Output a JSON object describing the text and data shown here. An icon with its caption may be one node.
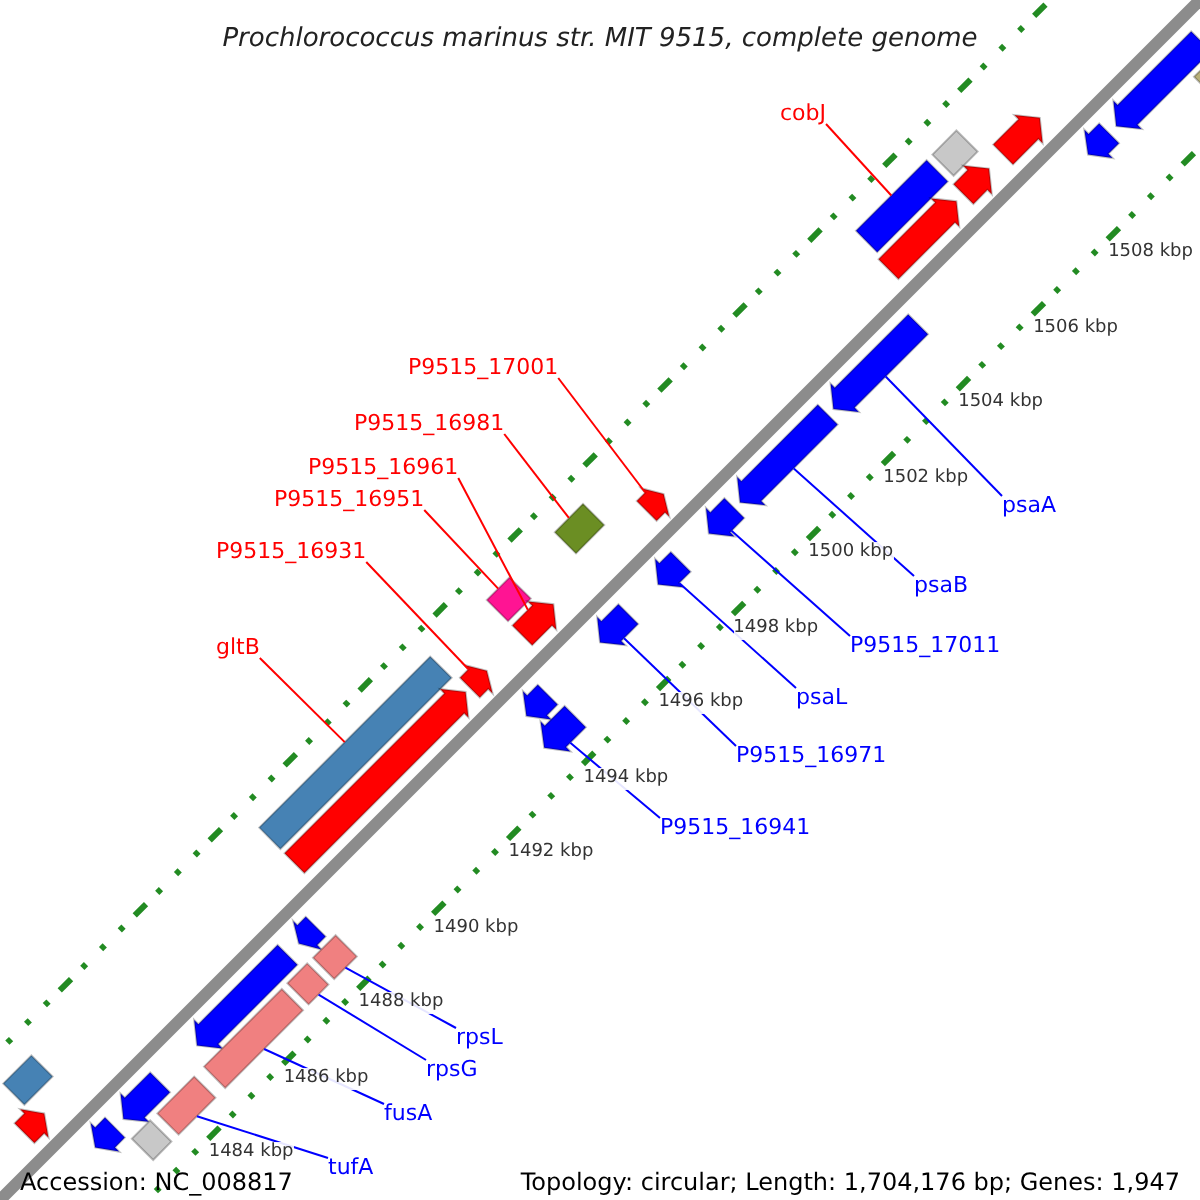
{
  "diagram": {
    "title": "Prochlorococcus marinus str. MIT 9515, complete genome",
    "nodes": [
      {
        "text": [
          "cobJ"
        ]
      },
      {
        "text": [
          "P9515_17001"
        ]
      },
      {
        "text": [
          "P9515_16981"
        ]
      },
      {
        "text": [
          "P9515_16961"
        ]
      },
      {
        "text": [
          "P9515_16951"
        ]
      },
      {
        "text": [
          "psaA"
        ]
      },
      {
        "text": [
          "P9515_16931"
        ]
      },
      {
        "text": [
          "psaB"
        ]
      },
      {
        "text": [
          "P9515_17011"
        ]
      },
      {
        "text": [
          "gltB"
        ]
      },
      {
        "text": [
          "psaL"
        ]
      },
      {
        "text": [
          "P9515_16971"
        ]
      },
      {
        "text": [
          "P9515_16941"
        ]
      },
      {
        "text": [
          "rpsL"
        ]
      },
      {
        "text": [
          "rpsG"
        ]
      },
      {
        "text": [
          "fusA"
        ]
      },
      {
        "text": [
          "tufA"
        ]
      },
      {
        "text": [],
        "shape": "bar"
      },
      {
        "text": [],
        "shape": "bar"
      },
      {
        "text": [],
        "shape": "bar"
      },
      {
        "text": [],
        "shape": "bar"
      },
      {
        "text": [],
        "shape": "bar"
      },
      {
        "text": [],
        "shape": "bar"
      },
      {
        "text": [],
        "shape": "bar"
      },
      {
        "text": [],
        "shape": "bar"
      },
      {
        "text": [],
        "shape": "bar"
      },
      {
        "text": [],
        "shape": "bar"
      },
      {
        "text": [],
        "shape": "bar"
      },
      {
        "text": [],
        "shape": "bar"
      },
      {
        "text": [],
        "shape": "bar"
      },
      {
        "text": [],
        "shape": "bar"
      },
      {
        "text": [],
        "shape": "bar"
      },
      {
        "text": [],
        "shape": "bar"
      },
      {
        "text": [],
        "shape": "bar"
      },
      {
        "text": [],
        "shape": "bar"
      },
      {
        "text": [],
        "shape": "bar"
      },
      {
        "text": [],
        "shape": "bar"
      },
      {
        "text": [],
        "shape": "bar"
      },
      {
        "text": [],
        "shape": "bar"
      },
      {
        "text": [],
        "shape": "bar"
      },
      {
        "text": [],
        "shape": "bar"
      },
      {
        "text": [],
        "shape": "bar"
      },
      {
        "text": [],
        "shape": "bar"
      },
      {
        "text": [],
        "shape": "bar"
      },
      {
        "text": [],
        "shape": "bar"
      },
      {
        "text": [],
        "shape": "bar"
      },
      {
        "text": [],
        "shape": "bar"
      },
      {
        "text": [],
        "shape": "bar"
      },
      {
        "text": [],
        "shape": "bar"
      },
      {
        "text": [],
        "shape": "bar"
      }
    ],
    "edges": [
      {
        "from": 0,
        "to": 42,
        "arrow": "none",
        "color": "#ff0000"
      },
      {
        "from": 1,
        "to": 37,
        "arrow": "none",
        "color": "#ff0000"
      },
      {
        "from": 2,
        "to": 35,
        "arrow": "none",
        "color": "#ff0000"
      },
      {
        "from": 3,
        "to": 33,
        "arrow": "none",
        "color": "#ff0000"
      },
      {
        "from": 4,
        "to": 31,
        "arrow": "none",
        "color": "#ff0000"
      },
      {
        "from": 5,
        "to": 41,
        "arrow": "none"
      },
      {
        "from": 6,
        "to": 30,
        "arrow": "none",
        "color": "#ff0000"
      },
      {
        "from": 7,
        "to": 40,
        "arrow": "none"
      },
      {
        "from": 8,
        "to": 39,
        "arrow": "none"
      },
      {
        "from": 9,
        "to": 28,
        "arrow": "none",
        "color": "#ff0000"
      },
      {
        "from": 10,
        "to": 38,
        "arrow": "none"
      },
      {
        "from": 11,
        "to": 36,
        "arrow": "none"
      },
      {
        "from": 12,
        "to": 34,
        "arrow": "none"
      },
      {
        "from": 13,
        "to": 27,
        "arrow": "none"
      },
      {
        "from": 14,
        "to": 25,
        "arrow": "none"
      },
      {
        "from": 15,
        "to": 24,
        "arrow": "none"
      },
      {
        "from": 16,
        "to": 22,
        "arrow": "none"
      }
    ],
    "labels": [
      "1508 kbp",
      "1506 kbp",
      "1504 kbp",
      "1502 kbp",
      "1500 kbp",
      "1498 kbp",
      "1496 kbp",
      "1494 kbp",
      "1492 kbp",
      "1490 kbp",
      "1488 kbp",
      "1486 kbp",
      "1484 kbp",
      "Accession: NC_008817",
      "Topology: circular; Length: 1,704,176 bp; Genes: 1,947"
    ]
  }
}
